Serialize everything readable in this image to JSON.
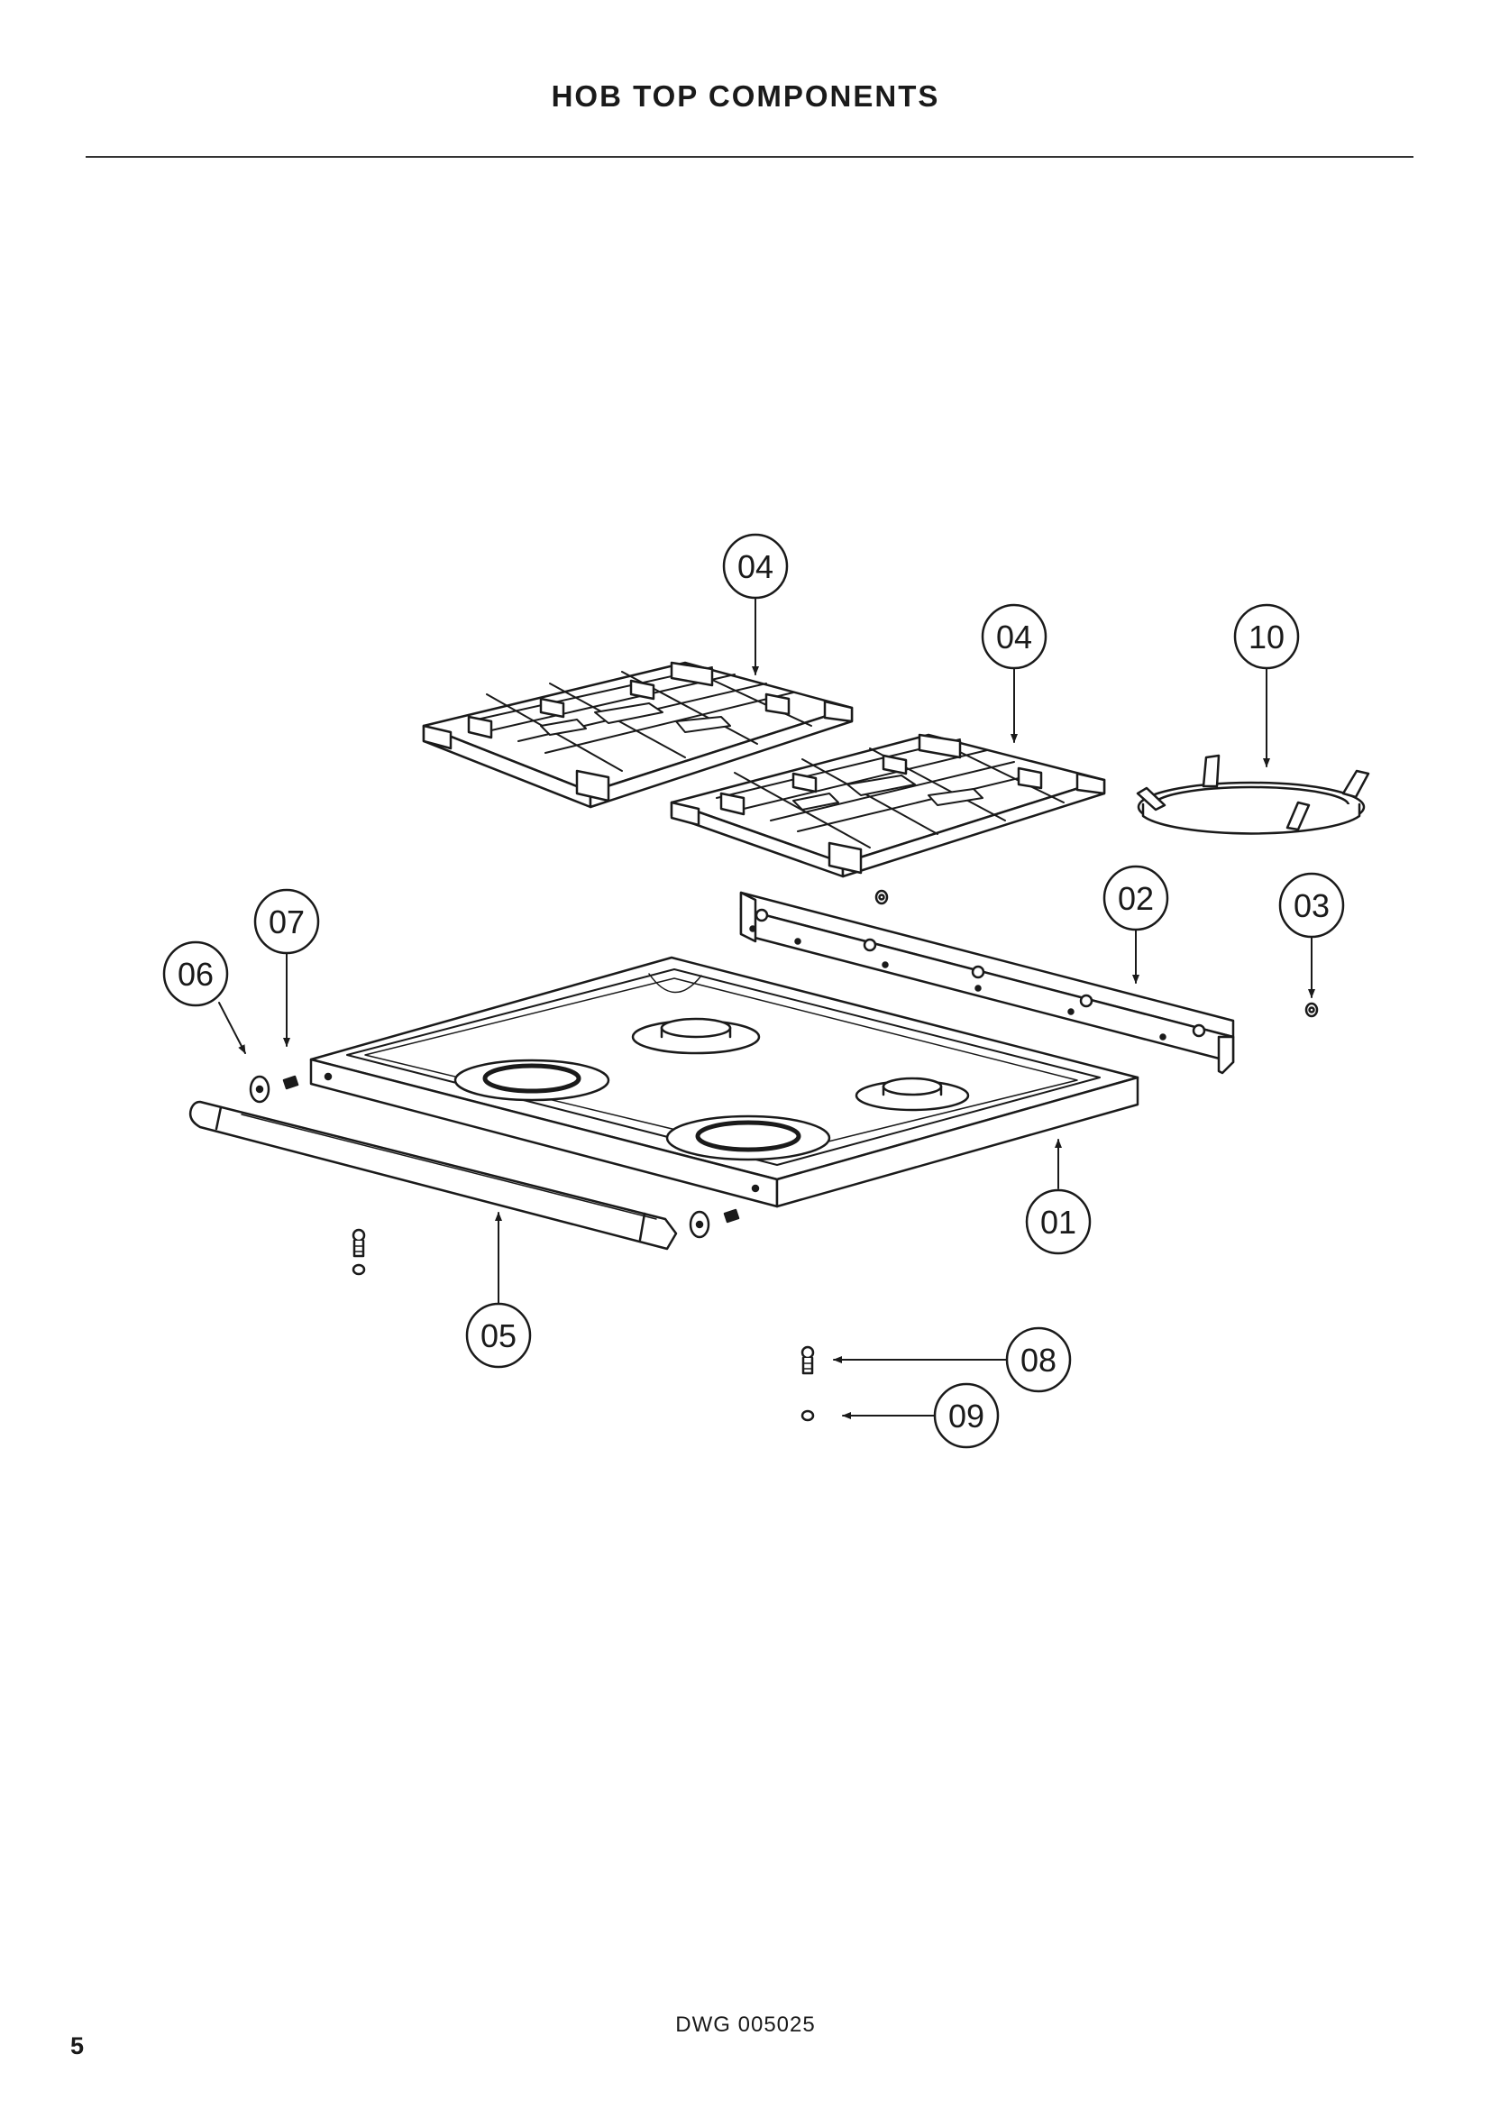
{
  "page": {
    "title": "HOB TOP COMPONENTS",
    "drawing_number": "DWG 005025",
    "page_number": "5"
  },
  "callouts": [
    {
      "id": "01",
      "label": "01"
    },
    {
      "id": "02",
      "label": "02"
    },
    {
      "id": "03",
      "label": "03"
    },
    {
      "id": "04a",
      "label": "04"
    },
    {
      "id": "04b",
      "label": "04"
    },
    {
      "id": "05",
      "label": "05"
    },
    {
      "id": "06",
      "label": "06"
    },
    {
      "id": "07",
      "label": "07"
    },
    {
      "id": "08",
      "label": "08"
    },
    {
      "id": "09",
      "label": "09"
    },
    {
      "id": "10",
      "label": "10"
    }
  ]
}
